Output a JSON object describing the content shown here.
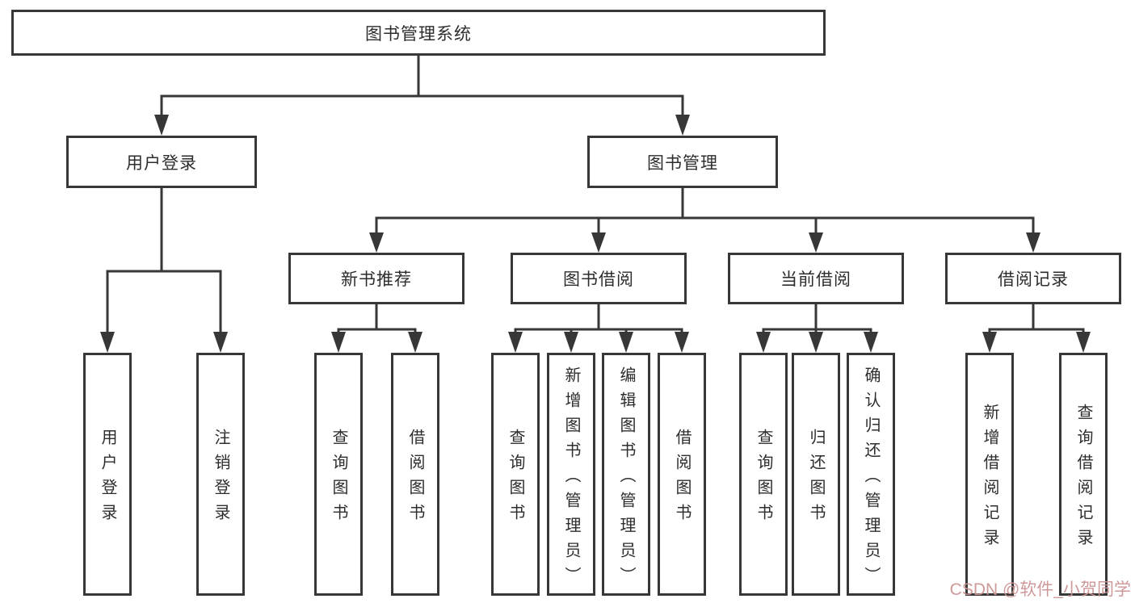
{
  "diagram": {
    "title": "图书管理系统",
    "level2": {
      "user_login": "用户登录",
      "book_management": "图书管理"
    },
    "level3": {
      "new_book_recommend": "新书推荐",
      "book_borrow": "图书借阅",
      "current_borrow": "当前借阅",
      "borrow_records": "借阅记录"
    },
    "leaves": {
      "user_login": "用户登录",
      "logout": "注销登录",
      "query_books_1": "查询图书",
      "borrow_books_1": "借阅图书",
      "query_books_2": "查询图书",
      "add_book_admin": "新增图书（管理员）",
      "edit_book_admin": "编辑图书（管理员）",
      "borrow_books_2": "借阅图书",
      "query_books_3": "查询图书",
      "return_books": "归还图书",
      "confirm_return_admin": "确认归还（管理员）",
      "add_borrow_record": "新增借阅记录",
      "query_borrow_record": "查询借阅记录"
    },
    "colors": {
      "line": "#373737",
      "box_border": "#373737",
      "box_fill": "#ffffff",
      "text": "#2d2d2d",
      "watermark": "#cc9494"
    }
  },
  "watermark": "CSDN @软件_小贺同学"
}
